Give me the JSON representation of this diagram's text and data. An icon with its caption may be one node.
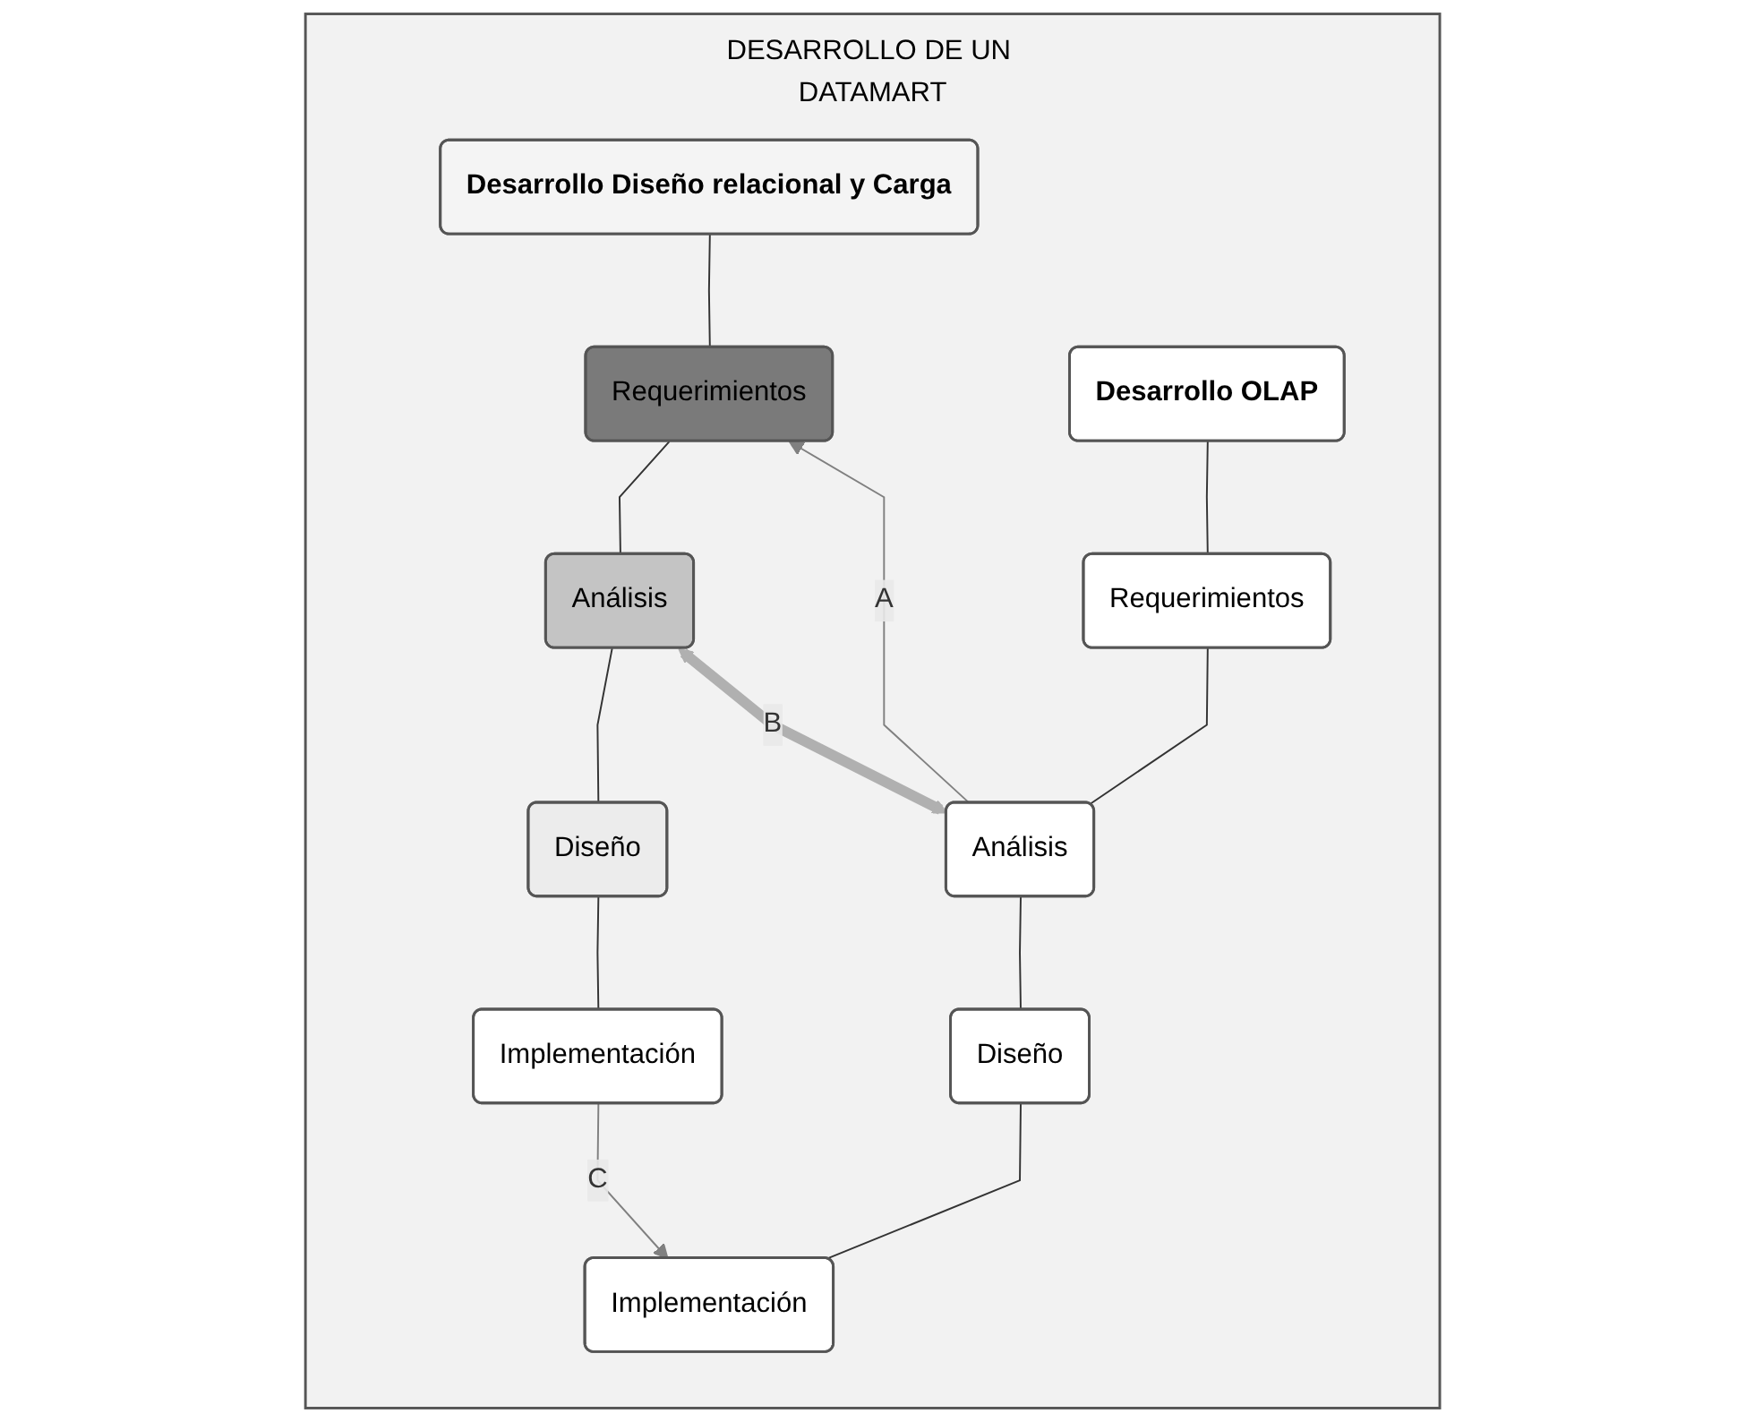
{
  "diagram": {
    "nodes": [
      {
        "text": [
          "DESARROLLO DE UN DATAMART"
        ]
      },
      {
        "text": [
          "Desarrollo Diseño relacional y Carga"
        ],
        "in": 0
      },
      {
        "text": [
          "Requerimientos"
        ],
        "in": 0
      },
      {
        "text": [
          "Análisis"
        ],
        "in": 0
      },
      {
        "text": [
          "Diseño"
        ],
        "in": 0
      },
      {
        "text": [
          "Implementación"
        ],
        "in": 0
      },
      {
        "text": [
          "Desarrollo OLAP"
        ],
        "in": 0
      },
      {
        "text": [
          "Requerimientos"
        ],
        "in": 0
      },
      {
        "text": [
          "Análisis"
        ],
        "in": 0
      },
      {
        "text": [
          "Diseño"
        ],
        "in": 0
      },
      {
        "text": [
          "Implementación"
        ],
        "in": 0
      }
    ],
    "edges": [
      {
        "from": 1,
        "to": 2,
        "arrow": "none"
      },
      {
        "from": 2,
        "to": 3,
        "arrow": "none"
      },
      {
        "from": 3,
        "to": 4,
        "arrow": "none"
      },
      {
        "from": 4,
        "to": 5,
        "arrow": "none"
      },
      {
        "from": 6,
        "to": 7,
        "arrow": "none"
      },
      {
        "from": 7,
        "to": 8,
        "arrow": "none"
      },
      {
        "from": 8,
        "to": 9,
        "arrow": "none"
      },
      {
        "from": 9,
        "to": 10,
        "arrow": "none"
      },
      {
        "from": 8,
        "to": 2,
        "arrow": "to",
        "label": "A",
        "color": "#808080"
      },
      {
        "from": 3,
        "to": 8,
        "arrow": "both",
        "label": "B",
        "style": "thick",
        "color": "#b0b0b0"
      },
      {
        "from": 5,
        "to": 10,
        "arrow": "to",
        "label": "C",
        "color": "#808080"
      }
    ]
  }
}
